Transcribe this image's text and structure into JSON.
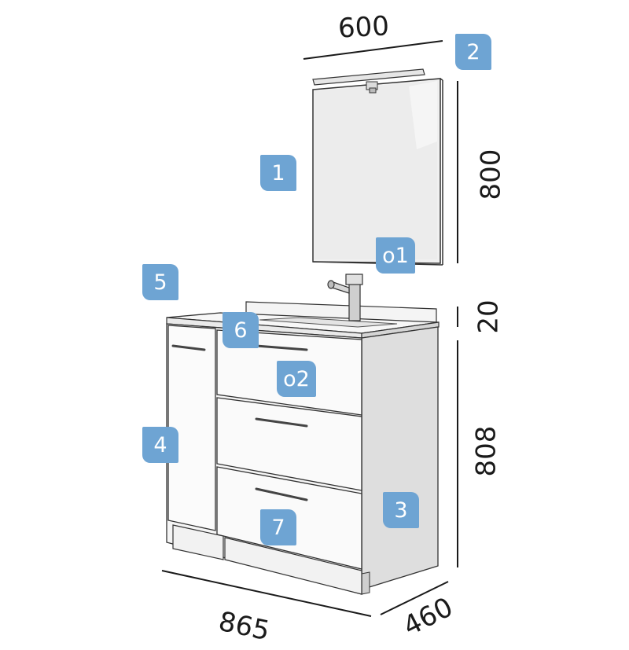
{
  "dimensions": {
    "mirror_width": "600",
    "mirror_height": "800",
    "top_thickness": "20",
    "cabinet_height": "808",
    "cabinet_width": "865",
    "cabinet_depth": "460"
  },
  "callouts": [
    {
      "id": "mirror",
      "label": "1"
    },
    {
      "id": "lamp",
      "label": "2"
    },
    {
      "id": "cabinet-side",
      "label": "3"
    },
    {
      "id": "side-door",
      "label": "4"
    },
    {
      "id": "countertop",
      "label": "5"
    },
    {
      "id": "basin",
      "label": "6"
    },
    {
      "id": "drawer",
      "label": "7"
    },
    {
      "id": "option-faucet",
      "label": "o1"
    },
    {
      "id": "option-handle",
      "label": "o2"
    }
  ],
  "colors": {
    "badge": "#6ea4d3",
    "line": "#1a1a1a",
    "mirror_glass": "#eeeeee",
    "cabinet_white": "#f7f7f7",
    "cabinet_side": "#d8d8d8"
  }
}
